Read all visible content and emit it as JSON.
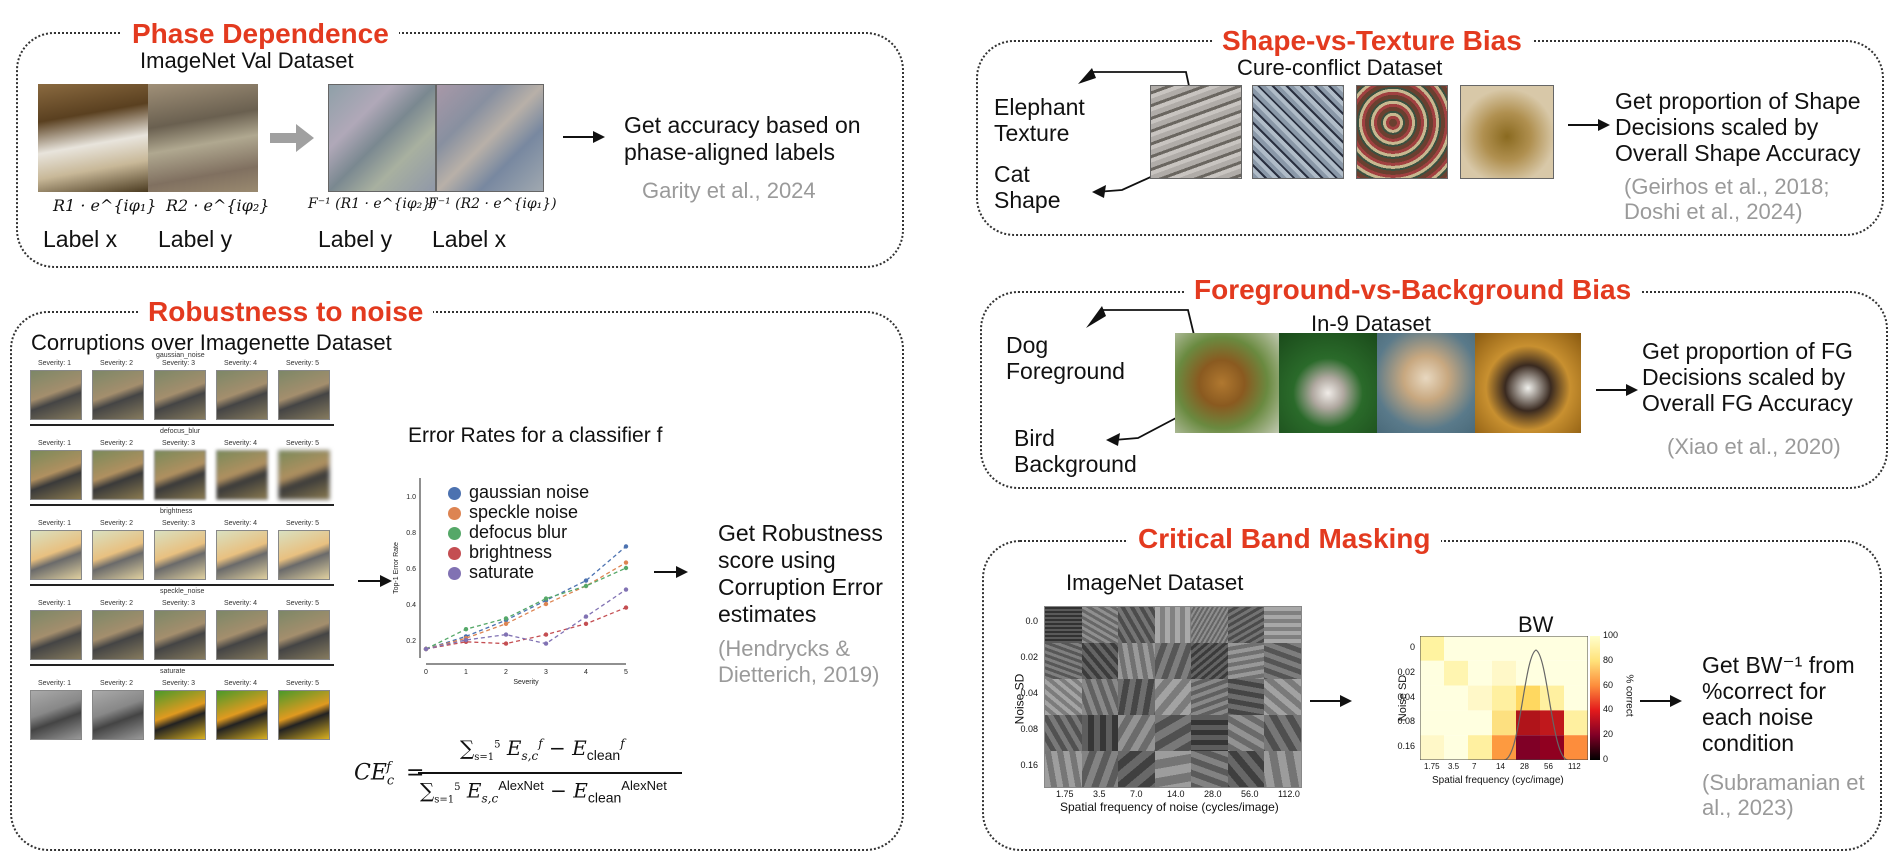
{
  "phase": {
    "title": "Phase Dependence",
    "dataset": "ImageNet Val Dataset",
    "formula1": "R1 · e^{iφ₁}",
    "formula2": "R2 · e^{iφ₂}",
    "formula3": "F⁻¹ (R1 · e^{iφ₂})",
    "formula4": "F⁻¹ (R2 · e^{iφ₁})",
    "label1": "Label x",
    "label2": "Label y",
    "label3": "Label y",
    "label4": "Label x",
    "desc": [
      "Get accuracy based on",
      "phase-aligned labels"
    ],
    "cite": "Garity et al., 2024"
  },
  "robust": {
    "title": "Robustness to noise",
    "dataset": "Corruptions over Imagenette Dataset",
    "rows": [
      "gaussian_noise",
      "defocus_blur",
      "brightness",
      "speckle_noise",
      "saturate"
    ],
    "severity_labels": [
      "Severity: 1",
      "Severity: 2",
      "Severity: 3",
      "Severity: 4",
      "Severity: 5"
    ],
    "chart_title": "Error Rates for a classifier f",
    "desc": [
      "Get Robustness",
      "score using",
      "Corruption Error",
      "estimates"
    ],
    "cite": [
      "(Hendrycks &",
      "Dietterich, 2019)"
    ],
    "formula_lhs": "CE",
    "formula_num": "∑ E − E",
    "formula_den": "∑ E − E"
  },
  "chart_data": {
    "type": "line",
    "title": "",
    "xlabel": "Severity",
    "ylabel": "Top-1 Error Rate",
    "x": [
      0,
      1,
      2,
      3,
      4,
      5
    ],
    "xlim": [
      0,
      5
    ],
    "ylim": [
      0.1,
      1.1
    ],
    "yticks": [
      0.2,
      0.4,
      0.6,
      0.8,
      1.0
    ],
    "legend_position": "top-right",
    "series": [
      {
        "name": "gaussian noise",
        "color": "#4c72b0",
        "values": [
          0.15,
          0.22,
          0.31,
          0.42,
          0.53,
          0.72
        ]
      },
      {
        "name": "speckle noise",
        "color": "#dd8452",
        "values": [
          0.15,
          0.21,
          0.29,
          0.4,
          0.5,
          0.63
        ]
      },
      {
        "name": "defocus blur",
        "color": "#55a868",
        "values": [
          0.15,
          0.26,
          0.32,
          0.43,
          0.5,
          0.6
        ]
      },
      {
        "name": "brightness",
        "color": "#c44e52",
        "values": [
          0.15,
          0.19,
          0.18,
          0.23,
          0.29,
          0.38
        ]
      },
      {
        "name": "saturate",
        "color": "#8172b3",
        "values": [
          0.15,
          0.2,
          0.23,
          0.18,
          0.33,
          0.48
        ]
      }
    ]
  },
  "shape": {
    "title": "Shape-vs-Texture Bias",
    "dataset": "Cure-conflict Dataset",
    "label_top": [
      "Elephant",
      "Texture"
    ],
    "label_bottom": [
      "Cat",
      "Shape"
    ],
    "desc": [
      "Get proportion of Shape",
      "Decisions scaled by",
      "Overall Shape Accuracy"
    ],
    "cite": [
      "(Geirhos et al., 2018;",
      "Doshi et al., 2024)"
    ]
  },
  "fg": {
    "title": "Foreground-vs-Background  Bias",
    "dataset": "In-9 Dataset",
    "label_top": [
      "Dog",
      "Foreground"
    ],
    "label_bottom": [
      "Bird",
      "Background"
    ],
    "desc": [
      "Get proportion of FG",
      "Decisions scaled by",
      "Overall FG Accuracy"
    ],
    "cite": "(Xiao et al., 2020)"
  },
  "cbm": {
    "title": "Critical Band Masking",
    "dataset": "ImageNet Dataset",
    "left_ylabel": "Noise SD",
    "left_xlabel": "Spatial frequency of noise (cycles/image)",
    "left_yticks": [
      "0.0",
      "0.02",
      "0.04",
      "0.08",
      "0.16"
    ],
    "left_xticks": [
      "1.75",
      "3.5",
      "7.0",
      "14.0",
      "28.0",
      "56.0",
      "112.0"
    ],
    "bw": "BW",
    "right_ylabel": "Noise SD",
    "right_xlabel": "Spatial frequency (cyc/image)",
    "right_yticks": [
      "0",
      "0.02",
      "0.04",
      "0.08",
      "0.16"
    ],
    "right_xticks": [
      "1.75",
      "3.5",
      "7",
      "14",
      "28",
      "56",
      "112"
    ],
    "cbar_label": "% correct",
    "cbar_ticks": [
      "100",
      "80",
      "60",
      "40",
      "20",
      "0"
    ],
    "desc": [
      "Get BW⁻¹ from",
      "%correct for",
      "each noise",
      "condition"
    ],
    "cite": [
      "(Subramanian et",
      "al., 2023)"
    ]
  }
}
